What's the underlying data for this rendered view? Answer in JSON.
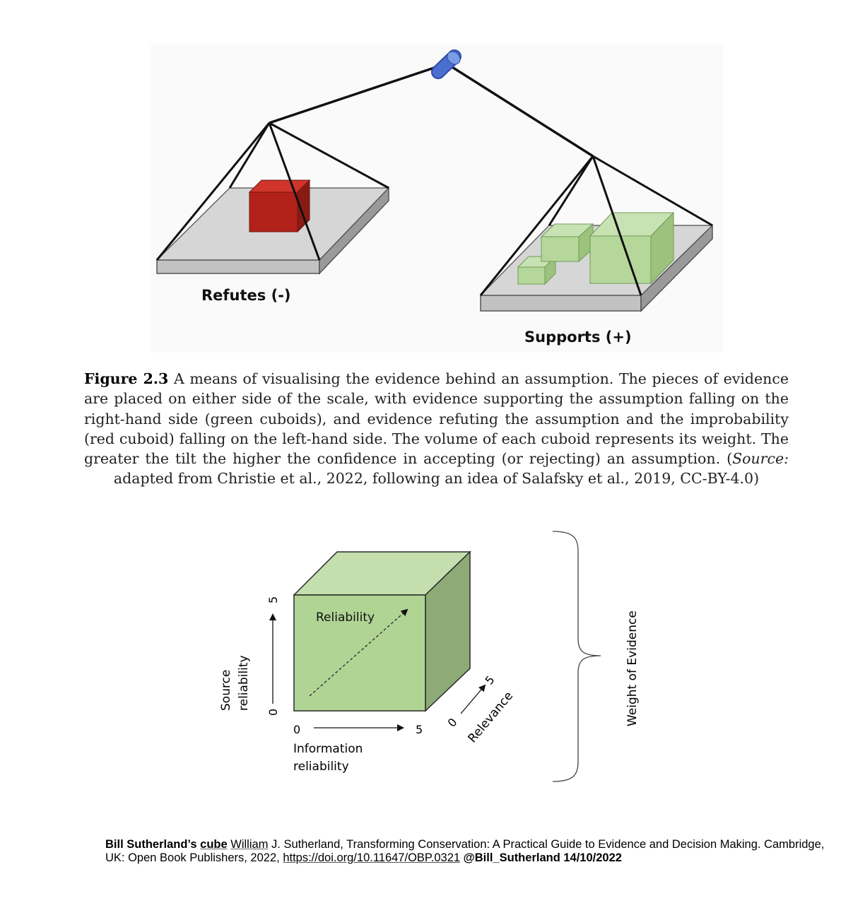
{
  "scale_figure": {
    "left_pan_label": "Refutes (-)",
    "right_pan_label": "Supports (+)",
    "colors": {
      "refute_cube": "#b3221a",
      "support_cubes": "#b5d89a",
      "pan": "#d3d3d3",
      "pivot": "#4a6fd0"
    }
  },
  "caption": {
    "figure_label": "Figure 2.3",
    "text_part1": "A means of visualising the evidence behind an assumption. The pieces of evidence are placed on either side of the scale, with evidence supporting the assumption falling on the right-hand side (green cuboids), and evidence refuting the assumption and the improbability (red cuboid) falling on the left-hand side. The volume of each cuboid represents its weight. The greater the tilt the higher the confidence in accepting (or rejecting) an assumption. (",
    "source_label": "Source:",
    "text_part2": " adapted from Christie et al., 2022, following an idea of Salafsky et al., 2019, CC-BY-4.0)"
  },
  "cube_diagram": {
    "diagonal_label": "Reliability",
    "x_axis": {
      "label_line1": "Information",
      "label_line2": "reliability",
      "min": "0",
      "max": "5"
    },
    "y_axis": {
      "label_line1": "Source",
      "label_line2": "reliability",
      "min": "0",
      "max": "5"
    },
    "z_axis": {
      "label": "Relevance",
      "min": "0",
      "max": "5"
    },
    "brace_label": "Weight of Evidence",
    "colors": {
      "front": "#b0d494",
      "top": "#c4dfad",
      "side": "#8eaa77"
    }
  },
  "footer": {
    "author_bold": "Bill Sutherland’s",
    "cube_link": "cube",
    "william_link": "William",
    "citation": "J. Sutherland, Transforming Conservation: A Practical Guide to Evidence and Decision Making. Cambridge, UK: Open Book Publishers, 2022,",
    "doi": "https://doi.org/10.11647/OBP.0321",
    "handle_date": "@Bill_Sutherland 14/10/2022"
  }
}
